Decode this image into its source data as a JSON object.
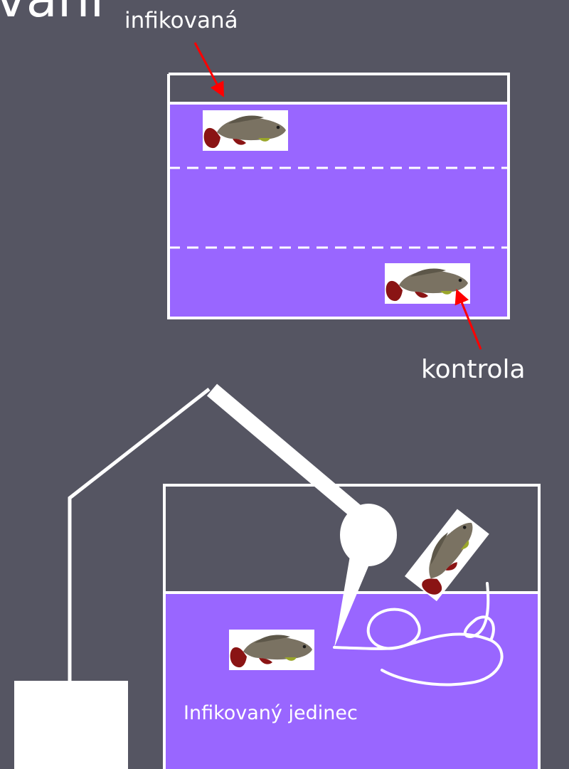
{
  "slide": {
    "title_fragment": "vání"
  },
  "labels": {
    "infected": "infikovaná",
    "control": "kontrola",
    "infected_individual": "Infikovaný jedinec"
  },
  "colors": {
    "background": "#555562",
    "water": "#9966ff",
    "line": "#ffffff",
    "arrow": "#ff0000"
  },
  "icons": {
    "fish": "killifish-photo-icon"
  }
}
